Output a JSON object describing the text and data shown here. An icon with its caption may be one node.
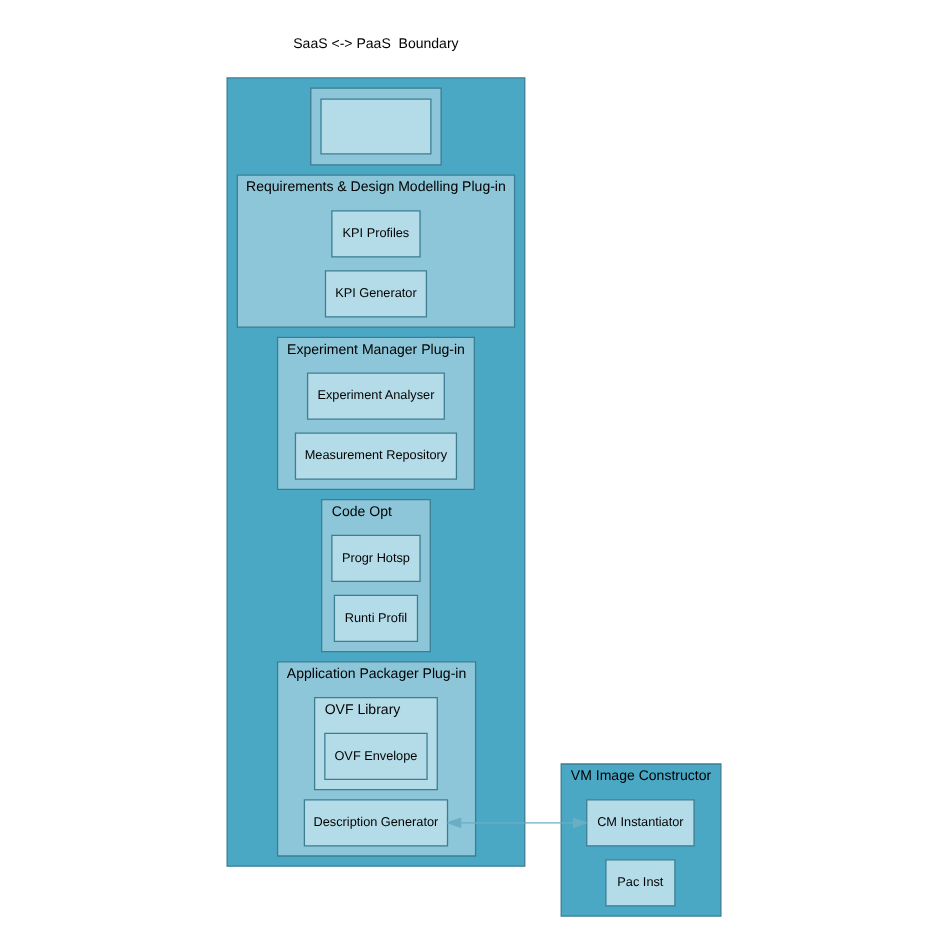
{
  "diagram": {
    "nodes": [
      {
        "text": [],
        "shape": "box"
      },
      {
        "text": [],
        "shape": "box",
        "in": 0
      },
      {
        "text": [],
        "shape": "box",
        "in": 1
      },
      {
        "text": [
          "Requirements & Design Modelling Plug-in"
        ],
        "in": 0
      },
      {
        "text": [
          "KPI Profiles"
        ],
        "in": 3
      },
      {
        "text": [
          "KPI Generator"
        ],
        "in": 3
      },
      {
        "text": [
          "Experiment Manager Plug-in"
        ],
        "in": 0
      },
      {
        "text": [
          "Experiment Analyser"
        ],
        "in": 6
      },
      {
        "text": [
          "Measurement Repository"
        ],
        "in": 6
      },
      {
        "text": [
          "Code Opt"
        ],
        "in": 0
      },
      {
        "text": [
          "Progr Hotsp"
        ],
        "in": 9
      },
      {
        "text": [
          "Runti Profil"
        ],
        "in": 9
      },
      {
        "text": [
          "Application Packager Plug-in"
        ],
        "in": 0
      },
      {
        "text": [
          "OVF Library"
        ],
        "in": 12
      },
      {
        "text": [
          "OVF Envelope"
        ],
        "in": 13
      },
      {
        "text": [
          "Description Generator"
        ],
        "in": 12
      },
      {
        "text": [
          "VM Image Constructor"
        ]
      },
      {
        "text": [
          "CM Instantiator"
        ],
        "in": 16
      },
      {
        "text": [
          "Pac Inst"
        ],
        "in": 16
      }
    ],
    "edges": [
      {
        "from": 15,
        "to": 17,
        "arrow": "both"
      }
    ],
    "labels": [
      "SaaS <-> PaaS  Boundary"
    ]
  }
}
